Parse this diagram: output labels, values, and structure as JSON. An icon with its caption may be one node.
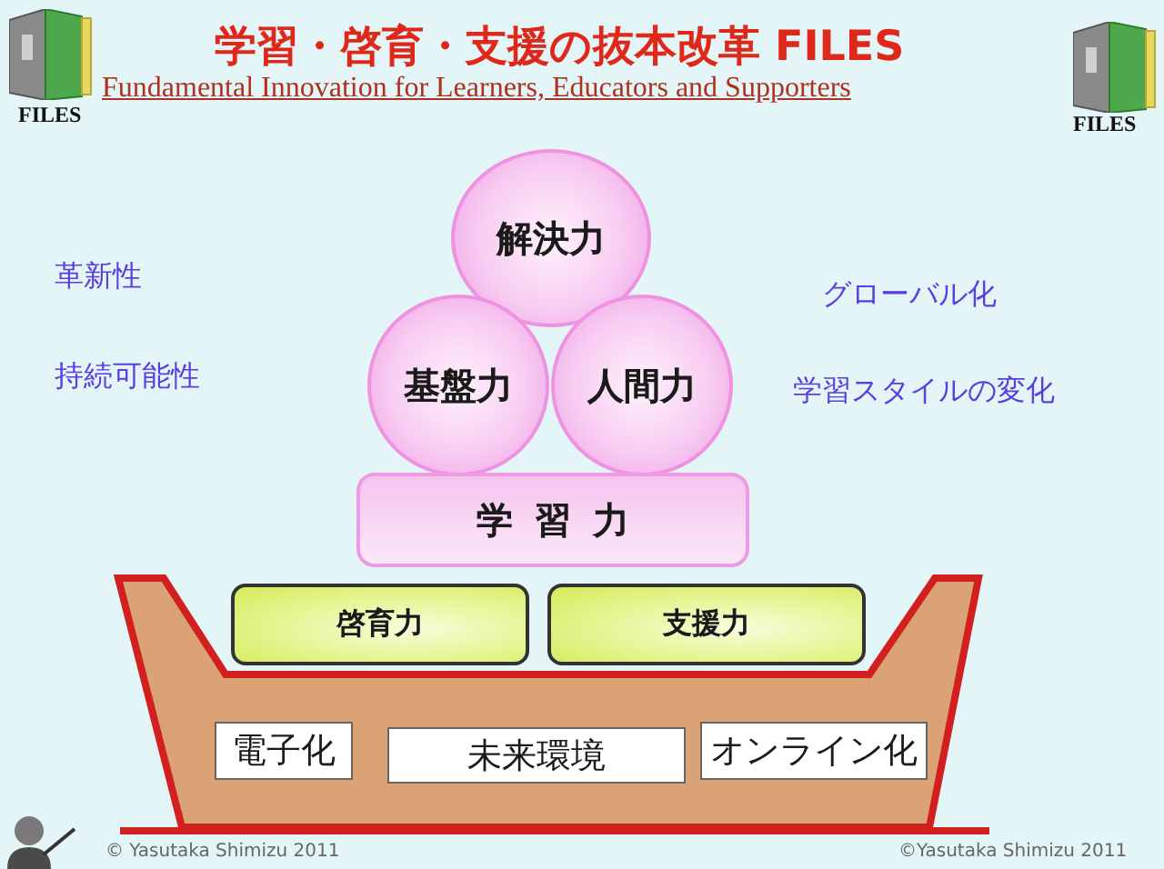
{
  "diagram": {
    "title": "学習・啓育・支援の抜本改革 FILES",
    "nodes": [
      {
        "text": [
          "解決力"
        ]
      },
      {
        "text": [
          "基盤力"
        ]
      },
      {
        "text": [
          "人間力"
        ]
      },
      {
        "text": [
          "学習力"
        ]
      },
      {
        "text": [],
        "shape": "boat"
      },
      {
        "text": [
          "啓育力"
        ],
        "in": 4
      },
      {
        "text": [
          "支援力"
        ],
        "in": 4
      },
      {
        "text": [
          "電子化"
        ],
        "in": 4
      },
      {
        "text": [
          "未来環境"
        ],
        "in": 4
      },
      {
        "text": [
          "オンライン化"
        ],
        "in": 4
      }
    ],
    "labels": [
      "Fundamental Innovation for Learners, Educators and Supporters",
      "FILES",
      "FILES",
      "革新性",
      "グローバル化",
      "持続可能性",
      "学習スタイルの変化",
      "© Yasutaka Shimizu 2011",
      "©Yasutaka Shimizu 2011"
    ]
  }
}
